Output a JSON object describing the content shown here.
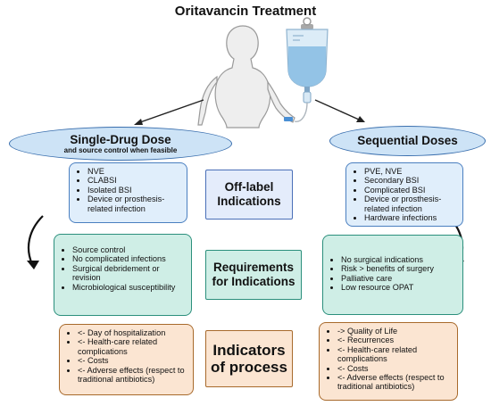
{
  "title": "Oritavancin Treatment",
  "left_header": {
    "main": "Single-Drug Dose",
    "sub": "and source control when feasible"
  },
  "right_header": {
    "main": "Sequential Doses"
  },
  "rows": {
    "offlabel": {
      "label_line1": "Off-label",
      "label_line2": "Indications",
      "left_items": [
        "NVE",
        "CLABSI",
        "Isolated BSI",
        "Device or prosthesis-related infection"
      ],
      "right_items": [
        "PVE, NVE",
        "Secondary BSI",
        "Complicated BSI",
        "Device or prosthesis-related infection",
        "Hardware infections"
      ]
    },
    "requirements": {
      "label_line1": "Requirements",
      "label_line2": "for Indications",
      "left_items": [
        "Source control",
        "No complicated infections",
        "Surgical debridement or revision",
        "Microbiological susceptibility"
      ],
      "right_items": [
        "No surgical indications",
        "Risk > benefits of surgery",
        "Palliative care",
        "Low resource OPAT"
      ]
    },
    "indicators": {
      "label_line1": "Indicators",
      "label_line2": "of process",
      "left_items": [
        "<- Day of hospitalization",
        "<- Health-care related complications",
        "<- Costs",
        "<- Adverse effects (respect to traditional antibiotics)"
      ],
      "right_items": [
        "-> Quality of Life",
        "<- Recurrences",
        "<- Health-care related complications",
        "<- Costs",
        "<- Adverse effects (respect to traditional antibiotics)"
      ]
    }
  },
  "colors": {
    "header_fill": "#cde3f6",
    "header_border": "#3a6fae",
    "offlabel_fill": "#e0eefb",
    "requirements_fill": "#cfeee6",
    "indicators_fill": "#fbe5d2"
  }
}
